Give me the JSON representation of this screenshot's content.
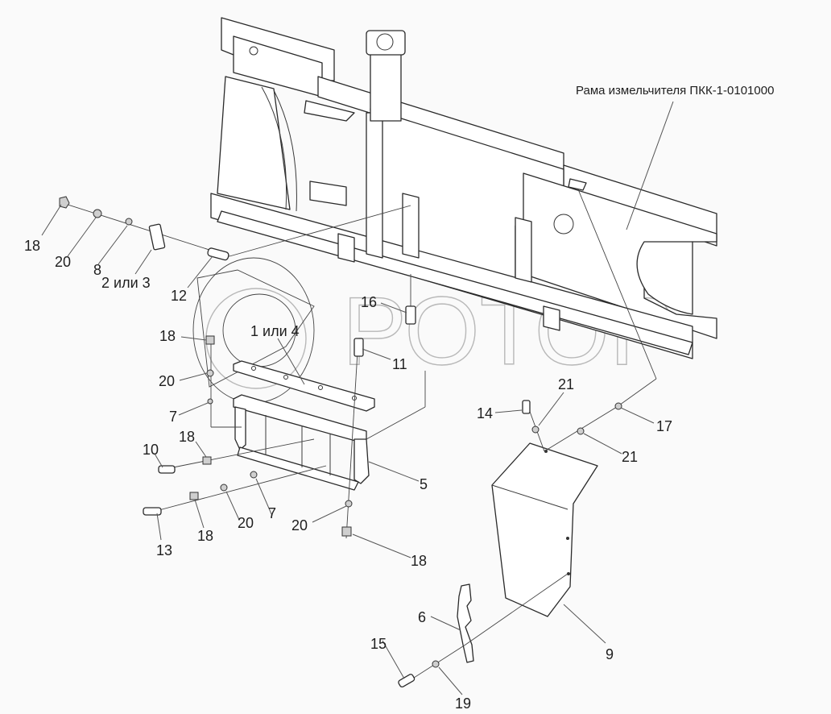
{
  "diagram": {
    "title": "Рама измельчителя ПКК-1-0101000",
    "watermark": "РОТОР",
    "callouts": [
      {
        "id": "c18a",
        "text": "18"
      },
      {
        "id": "c20a",
        "text": "20"
      },
      {
        "id": "c8",
        "text": "8"
      },
      {
        "id": "c2or3",
        "text": "2 или 3"
      },
      {
        "id": "c12",
        "text": "12"
      },
      {
        "id": "c16",
        "text": "16"
      },
      {
        "id": "c18b",
        "text": "18"
      },
      {
        "id": "c1or4",
        "text": "1 или 4"
      },
      {
        "id": "c11",
        "text": "11"
      },
      {
        "id": "c20b",
        "text": "20"
      },
      {
        "id": "c7a",
        "text": "7"
      },
      {
        "id": "c21a",
        "text": "21"
      },
      {
        "id": "c14",
        "text": "14"
      },
      {
        "id": "c17",
        "text": "17"
      },
      {
        "id": "c21b",
        "text": "21"
      },
      {
        "id": "c10",
        "text": "10"
      },
      {
        "id": "c18c",
        "text": "18"
      },
      {
        "id": "c5",
        "text": "5"
      },
      {
        "id": "c13",
        "text": "13"
      },
      {
        "id": "c18d",
        "text": "18"
      },
      {
        "id": "c20c",
        "text": "20"
      },
      {
        "id": "c7b",
        "text": "7"
      },
      {
        "id": "c20d",
        "text": "20"
      },
      {
        "id": "c18e",
        "text": "18"
      },
      {
        "id": "c6",
        "text": "6"
      },
      {
        "id": "c9",
        "text": "9"
      },
      {
        "id": "c15",
        "text": "15"
      },
      {
        "id": "c19",
        "text": "19"
      }
    ]
  }
}
